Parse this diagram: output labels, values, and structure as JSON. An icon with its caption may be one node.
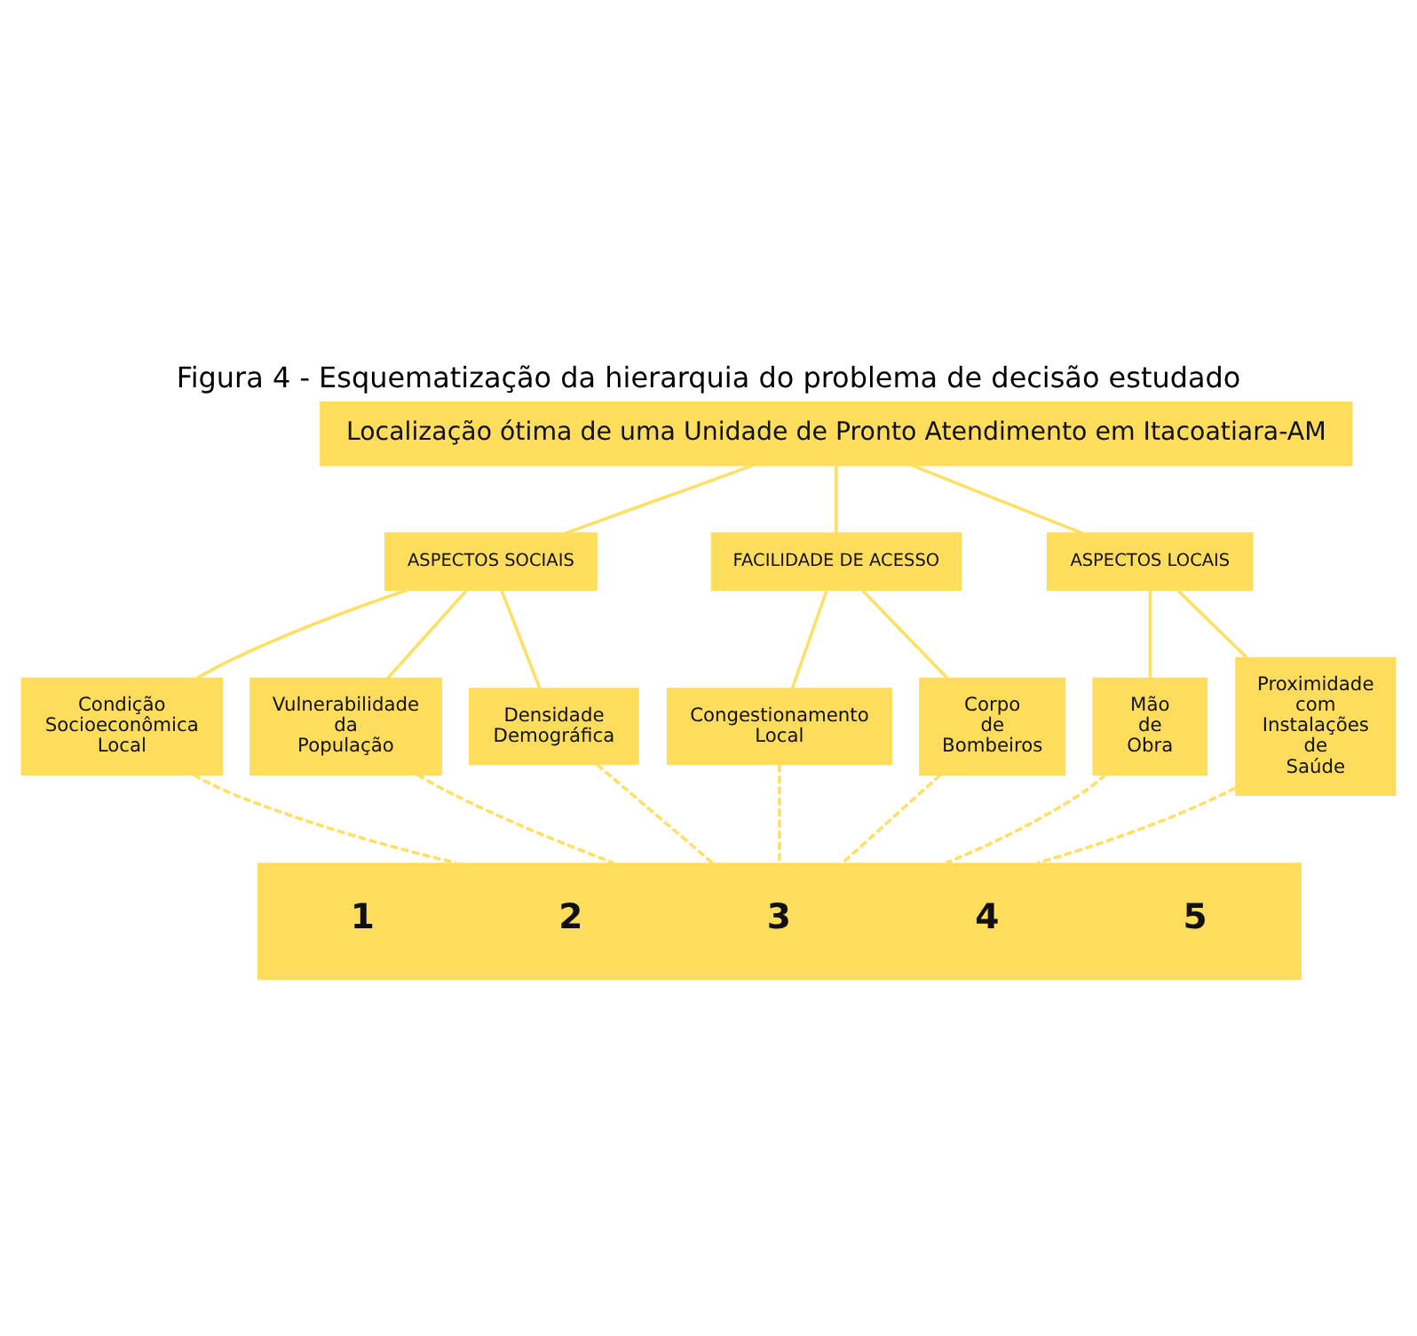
{
  "diagram": {
    "title": "Figura 4 - Esquematização da hierarquia do problema de decisão estudado",
    "nodes": [
      {
        "text": [
          "Localização ótima de uma Unidade de Pronto Atendimento em Itacoatiara-AM"
        ]
      },
      {
        "text": [
          "ASPECTOS SOCIAIS"
        ]
      },
      {
        "text": [
          "FACILIDADE DE ACESSO"
        ]
      },
      {
        "text": [
          "ASPECTOS LOCAIS"
        ]
      },
      {
        "text": [
          "Condição Socioeconômica Local"
        ]
      },
      {
        "text": [
          "Vulnerabilidade da População"
        ]
      },
      {
        "text": [
          "Densidade Demográfica"
        ]
      },
      {
        "text": [
          "Congestionamento Local"
        ]
      },
      {
        "text": [
          "Corpo de Bombeiros"
        ]
      },
      {
        "text": [
          "Mão de Obra"
        ]
      },
      {
        "text": [
          "Proximidade com Instalações de Saúde"
        ]
      },
      {
        "text": [
          "1",
          "2",
          "3",
          "4",
          "5"
        ]
      }
    ],
    "edges": [
      {
        "from": 0,
        "to": 1,
        "arrow": "none"
      },
      {
        "from": 0,
        "to": 2,
        "arrow": "none"
      },
      {
        "from": 0,
        "to": 3,
        "arrow": "none"
      },
      {
        "from": 1,
        "to": 4,
        "arrow": "none"
      },
      {
        "from": 1,
        "to": 5,
        "arrow": "none"
      },
      {
        "from": 1,
        "to": 6,
        "arrow": "none"
      },
      {
        "from": 2,
        "to": 7,
        "arrow": "none"
      },
      {
        "from": 2,
        "to": 8,
        "arrow": "none"
      },
      {
        "from": 3,
        "to": 9,
        "arrow": "none"
      },
      {
        "from": 3,
        "to": 10,
        "arrow": "none"
      },
      {
        "from": 4,
        "to": 11,
        "arrow": "none",
        "style": "dashed"
      },
      {
        "from": 5,
        "to": 11,
        "arrow": "none",
        "style": "dashed"
      },
      {
        "from": 6,
        "to": 11,
        "arrow": "none",
        "style": "dashed"
      },
      {
        "from": 7,
        "to": 11,
        "arrow": "none",
        "style": "dashed"
      },
      {
        "from": 8,
        "to": 11,
        "arrow": "none",
        "style": "dashed"
      },
      {
        "from": 9,
        "to": 11,
        "arrow": "none",
        "style": "dashed"
      },
      {
        "from": 10,
        "to": 11,
        "arrow": "none",
        "style": "dashed"
      }
    ]
  }
}
